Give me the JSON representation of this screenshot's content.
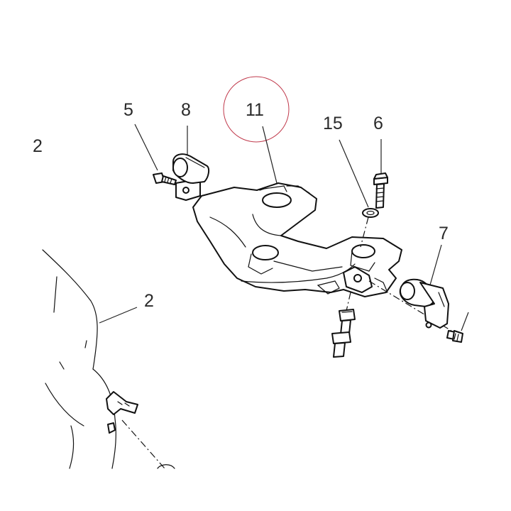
{
  "callouts": {
    "c5": "5",
    "c8": "8",
    "c11": "11",
    "c15": "15",
    "c6": "6",
    "c7": "7",
    "c2": "2",
    "c2_partial": "2"
  },
  "highlight": {
    "target": "11",
    "color": "#c0394b"
  }
}
